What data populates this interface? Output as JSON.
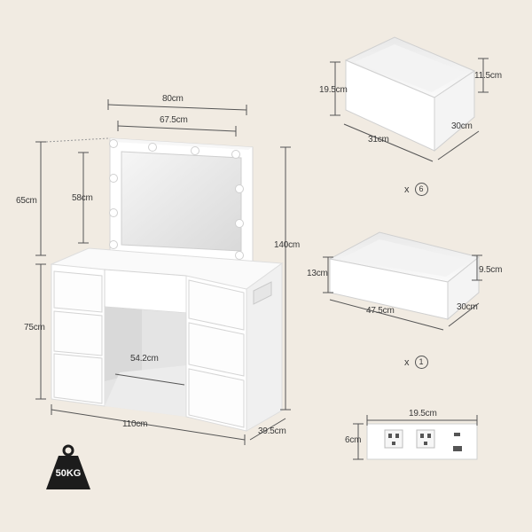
{
  "dimensions": {
    "mirror_frame_width": "80cm",
    "mirror_glass_width": "67.5cm",
    "mirror_frame_height": "65cm",
    "mirror_glass_height": "58cm",
    "total_height": "140cm",
    "desk_height": "75cm",
    "desk_width": "110cm",
    "desk_depth": "39.5cm",
    "knee_space": "54.2cm"
  },
  "drawer_large": {
    "height": "19.5cm",
    "inner_height": "11.5cm",
    "width": "31cm",
    "depth": "30cm",
    "quantity": "6",
    "times": "x"
  },
  "drawer_small": {
    "height": "13cm",
    "inner_height": "9.5cm",
    "width": "47.5cm",
    "depth": "30cm",
    "quantity": "1",
    "times": "x"
  },
  "power_strip": {
    "width": "19.5cm",
    "height": "6cm"
  },
  "weight": {
    "label": "50KG"
  },
  "colors": {
    "background": "#f1ebe2",
    "furniture": "#ffffff",
    "line": "#555555",
    "weight_badge": "#1c1c1c"
  }
}
